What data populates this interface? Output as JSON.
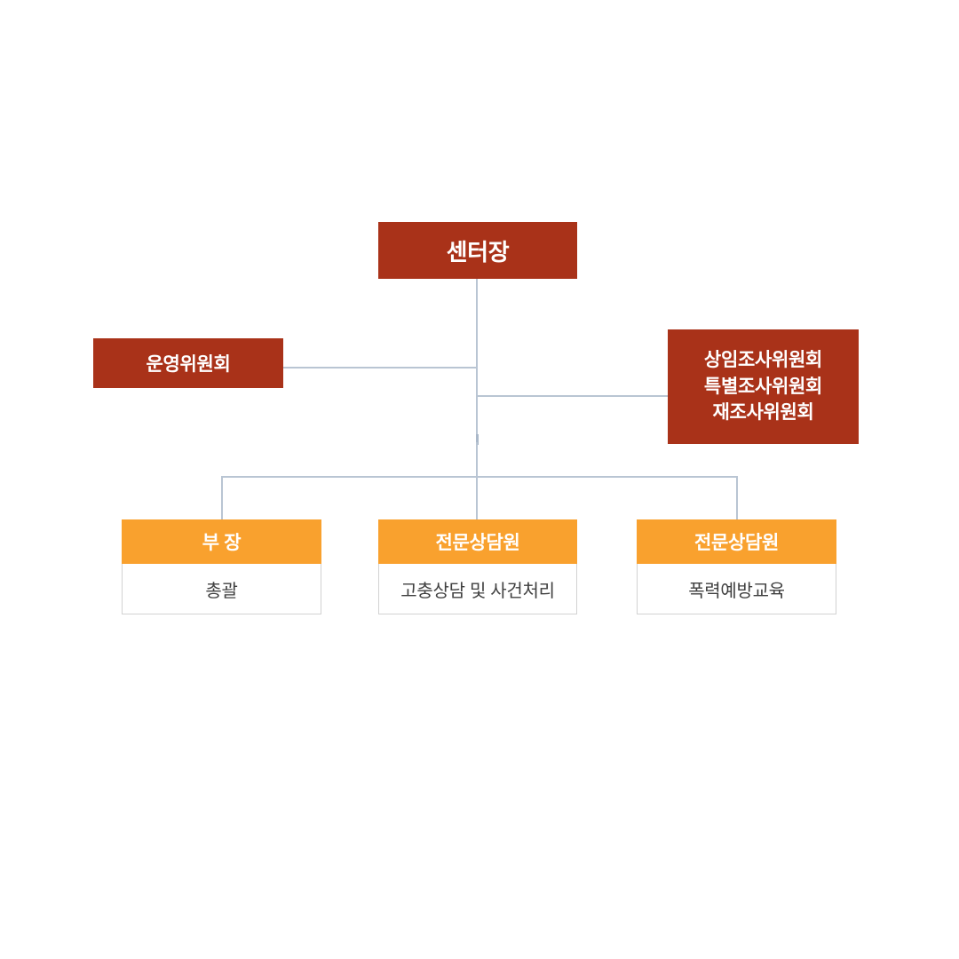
{
  "diagram": {
    "type": "organization-chart",
    "title_text": "",
    "colors": {
      "executive_box": "#a93219",
      "staff_header": "#f9a12e",
      "staff_body": "#ffffff",
      "connector": "#b9c5d3",
      "body_text": "#404040",
      "box_text": "#ffffff",
      "background": "#ffffff"
    },
    "levels": {
      "top": {
        "center_director": {
          "label": "센터장"
        }
      },
      "side": {
        "left": {
          "label": "운영위원회"
        },
        "right": {
          "lines": [
            "상임조사위원회",
            "특별조사위원회",
            "재조사위원회"
          ]
        }
      },
      "bottom": {
        "cards": [
          {
            "title": "부 장",
            "duty": "총괄"
          },
          {
            "title": "전문상담원",
            "duty": "고충상담 및 사건처리"
          },
          {
            "title": "전문상담원",
            "duty": "폭력예방교육"
          }
        ]
      }
    }
  }
}
